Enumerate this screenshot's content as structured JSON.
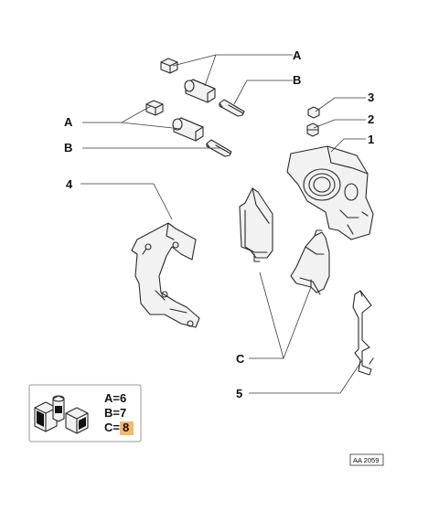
{
  "labels": {
    "a_top": "A",
    "b_top": "B",
    "a_left": "A",
    "b_left": "B",
    "num_3": "3",
    "num_2": "2",
    "num_1": "1",
    "num_4": "4",
    "c": "C",
    "num_5": "5"
  },
  "legend": {
    "line_a": "A=6",
    "line_b": "B=7",
    "line_c_prefix": "C=",
    "line_c_value": "8",
    "highlight_color": "#f5b96a"
  },
  "drawing_code": "AA 2059"
}
